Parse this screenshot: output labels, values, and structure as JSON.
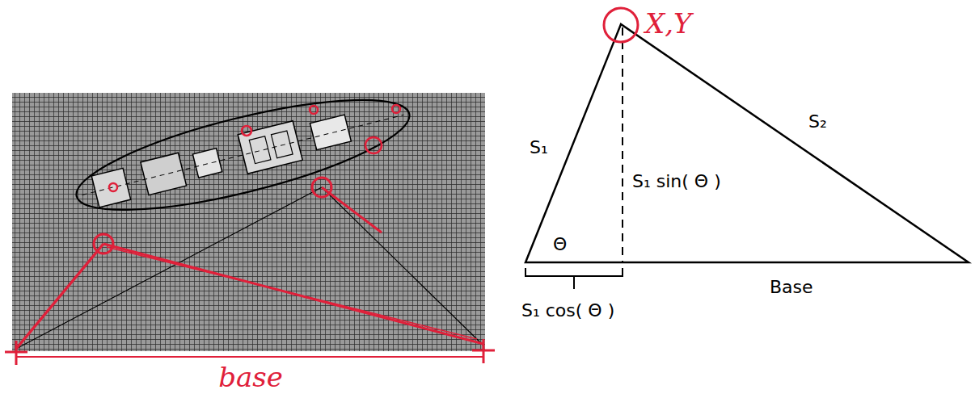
{
  "diagram": {
    "labels": [
      "base",
      "X,Y",
      "S₁",
      "S₂",
      "S₁ sin( Θ )",
      "Θ",
      "S₁ cos( Θ )",
      "Base"
    ]
  }
}
